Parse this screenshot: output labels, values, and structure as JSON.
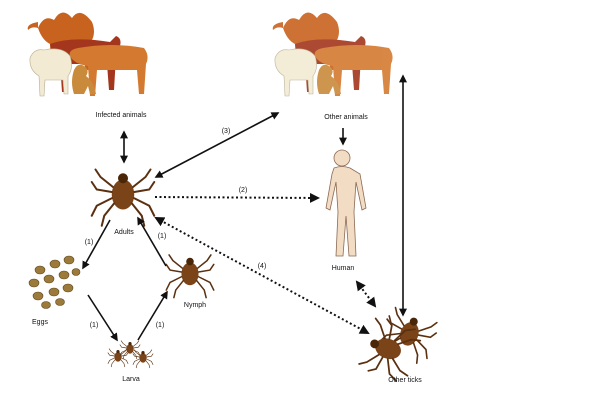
{
  "nodes": {
    "infected_animals": "Infected animals",
    "other_animals": "Other animals",
    "adults": "Adults",
    "human": "Human",
    "eggs": "Eggs",
    "nymph": "Nymph",
    "larva": "Larva",
    "other_ticks": "Other ticks"
  },
  "edges": {
    "adults_eggs": "(1)",
    "nymph_adults": "(1)",
    "eggs_larva": "(1)",
    "larva_nymph": "(1)",
    "adults_human": "(2)",
    "adults_other_animals": "(3)",
    "adults_other_ticks": "(4)"
  },
  "colors": {
    "camel": "#c8621f",
    "cow_dark": "#a3361c",
    "cow_orange": "#d47a30",
    "sheep": "#f2ead2",
    "dog": "#c98a3c",
    "tick": "#7a4418",
    "egg": "#9c7a3a",
    "human_skin": "#f3dcc4"
  }
}
